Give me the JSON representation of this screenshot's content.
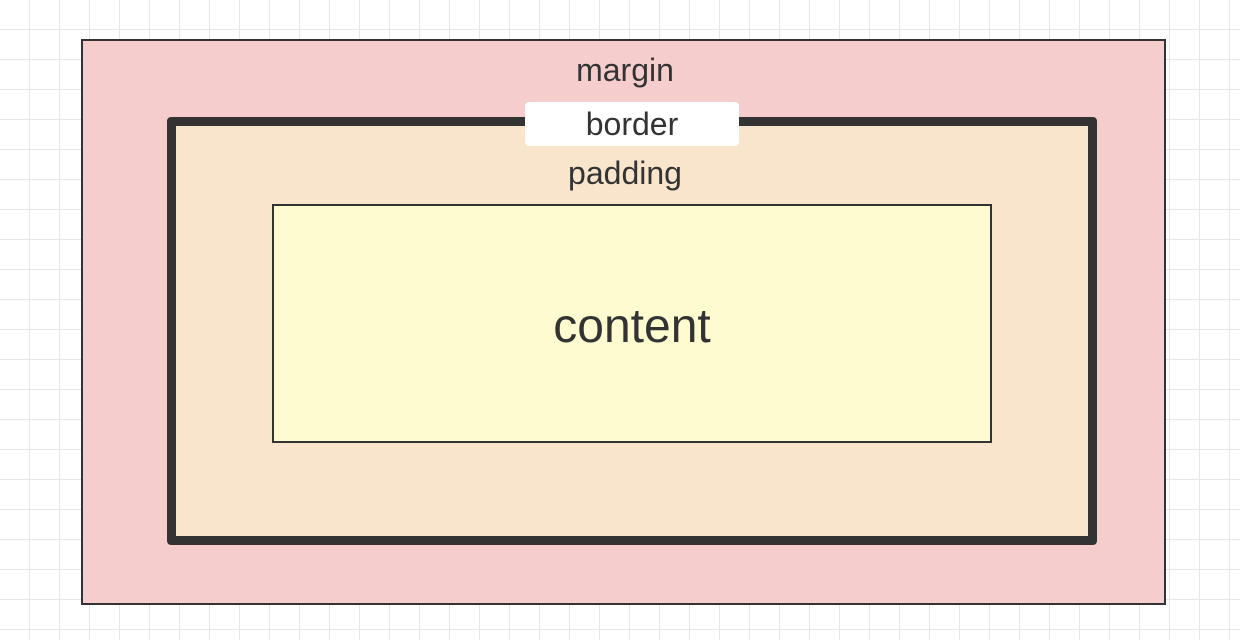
{
  "diagram": {
    "labels": {
      "margin": "margin",
      "border": "border",
      "padding": "padding",
      "content": "content"
    },
    "colors": {
      "margin_fill": "#f6cdcd",
      "border_stroke": "#333333",
      "padding_fill": "#f9e4cc",
      "content_fill": "#fffbd0",
      "border_label_bg": "#ffffff",
      "grid_line": "#e6e6e6",
      "text": "#333333"
    }
  }
}
